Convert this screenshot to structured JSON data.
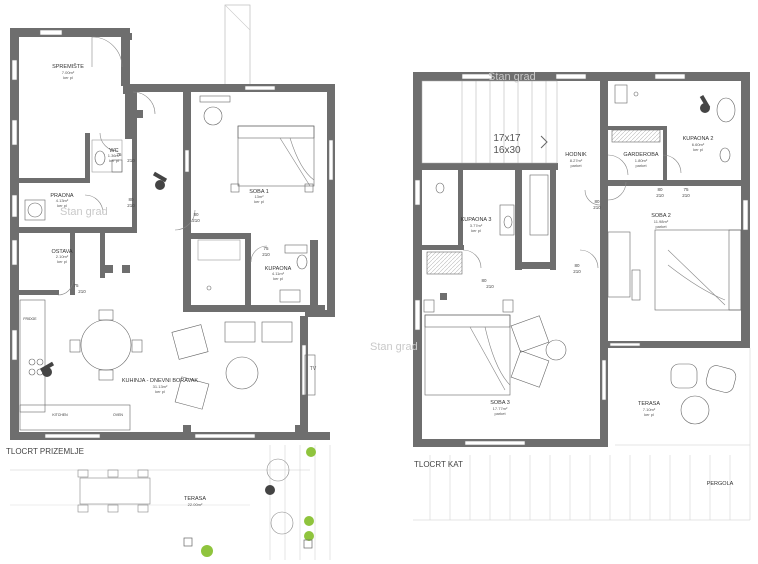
{
  "ground_floor": {
    "title": "TLOCRT PRIZEMLJE",
    "rooms": [
      {
        "name": "SPREMIŠTE",
        "area": "7.00m²",
        "floor": "ker pl"
      },
      {
        "name": "WC",
        "area": "1.36m²",
        "floor": "ker pl"
      },
      {
        "name": "PRAONA",
        "area": "4.13m²",
        "floor": "ker pl"
      },
      {
        "name": "OSTAVA",
        "area": "2.10m²",
        "floor": "ker pl"
      },
      {
        "name": "SOBA 1",
        "area": "13m²",
        "floor": "ker pl"
      },
      {
        "name": "KUPAONA",
        "area": "4.11m²",
        "floor": "ker pl"
      },
      {
        "name": "KUHINJA - DNEVNI BORAVAK",
        "area": "31.13m²",
        "floor": "ker pl"
      },
      {
        "name": "TERASA",
        "area": "22.00m²",
        "floor": ""
      }
    ],
    "door_dims": {
      "wc": [
        "75",
        "210"
      ],
      "praona": [
        "80",
        "210"
      ],
      "soba1": [
        "80",
        "210"
      ],
      "kupaona": [
        "75",
        "210"
      ],
      "ostava": [
        "75",
        "210"
      ]
    },
    "appliance_labels": {
      "fridge": "FRIDGE",
      "kitchen": "KITCHEN",
      "oven": "OVEN",
      "tv": "TV"
    }
  },
  "upper_floor": {
    "title": "TLOCRT KAT",
    "rooms": [
      {
        "name": "HODNIK",
        "area": "8.27m²",
        "floor": "parket"
      },
      {
        "name": "KUPAONA 2",
        "area": "6.60m²",
        "floor": "ker pl"
      },
      {
        "name": "GARDEROBA",
        "area": "1.80m²",
        "floor": "parket"
      },
      {
        "name": "SOBA 2",
        "area": "11.98m²",
        "floor": "parket"
      },
      {
        "name": "KUPAONA 3",
        "area": "3.77m²",
        "floor": "ker pl"
      },
      {
        "name": "SOBA 3",
        "area": "17.77m²",
        "floor": "parket"
      },
      {
        "name": "TERASA",
        "area": "7.10m²",
        "floor": "ker pl"
      }
    ],
    "stair": {
      "line1": "17x17",
      "line2": "16x30"
    },
    "door_dims": {
      "soba2": [
        "75",
        "210"
      ],
      "garderoba": [
        "80",
        "210"
      ],
      "hodnik": [
        "80",
        "210"
      ],
      "soba3": [
        "80",
        "210"
      ],
      "kupaona3": [
        "80",
        "210"
      ]
    },
    "pergola": "PERGOLA"
  },
  "watermark": "Stan grad"
}
